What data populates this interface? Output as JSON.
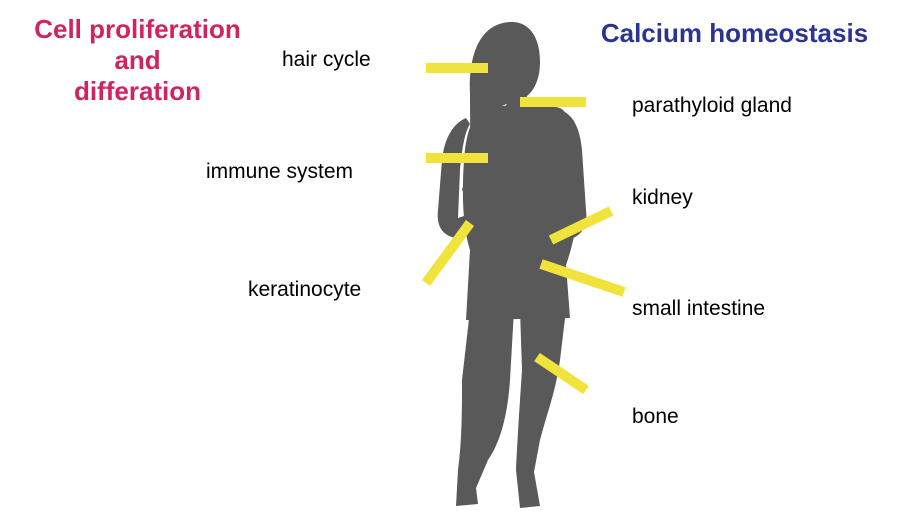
{
  "left_heading": {
    "lines": [
      "Cell proliferation",
      "and",
      "differation"
    ],
    "color": "#d0245e"
  },
  "right_heading": {
    "text": "Calcium homeostasis",
    "color": "#2a3593"
  },
  "labels": {
    "hair_cycle": "hair cycle",
    "immune_system": "immune system",
    "keratinocyte": "keratinocyte",
    "parathyloid_gland": "parathyloid gland",
    "kidney": "kidney",
    "small_intestine": "small intestine",
    "bone": "bone"
  },
  "colors": {
    "silhouette": "#595959",
    "marker": "#f0e33c"
  }
}
